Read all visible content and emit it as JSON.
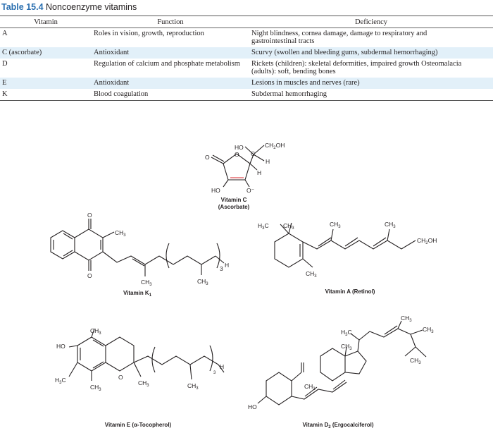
{
  "table": {
    "number": "Table 15.4",
    "title": "Noncoenzyme vitamins",
    "headers": [
      "Vitamin",
      "Function",
      "Deficiency"
    ],
    "rows": [
      {
        "vitamin": "A",
        "function": "Roles in vision, growth, reproduction",
        "deficiency": "Night blindness, cornea damage, damage to respiratory and gastrointestinal tracts"
      },
      {
        "vitamin": "C (ascorbate)",
        "function": "Antioxidant",
        "deficiency": "Scurvy (swollen and bleeding gums, subdermal hemorrhaging)"
      },
      {
        "vitamin": "D",
        "function": "Regulation of calcium and phosphate metabolism",
        "deficiency": "Rickets (children): skeletal deformities, impaired growth Osteomalacia (adults): soft, bending bones"
      },
      {
        "vitamin": "E",
        "function": "Antioxidant",
        "deficiency": "Lesions in muscles and nerves (rare)"
      },
      {
        "vitamin": "K",
        "function": "Blood coagulation",
        "deficiency": "Subdermal hemorrhaging"
      }
    ]
  },
  "structures": {
    "vitamin_c": {
      "name": "Vitamin C",
      "alt": "(Ascorbate)"
    },
    "vitamin_k1": {
      "name": "Vitamin K",
      "subscript": "1"
    },
    "vitamin_a": {
      "name": "Vitamin A (Retinol)"
    },
    "vitamin_e": {
      "name": "Vitamin E (α-Tocopherol)"
    },
    "vitamin_d2": {
      "name": "Vitamin D",
      "subscript": "2",
      "alt": "(Ergocalciferol)"
    }
  },
  "atoms": {
    "ho": "HO",
    "h": "H",
    "c": "C",
    "o": "O",
    "ominus": "O⁻",
    "ch3": "CH",
    "ch2": "CH",
    "ch2oh": "CH",
    "oh": "OH",
    "h3c": "H",
    "c_tail": "C",
    "three": "3",
    "two": "2"
  }
}
